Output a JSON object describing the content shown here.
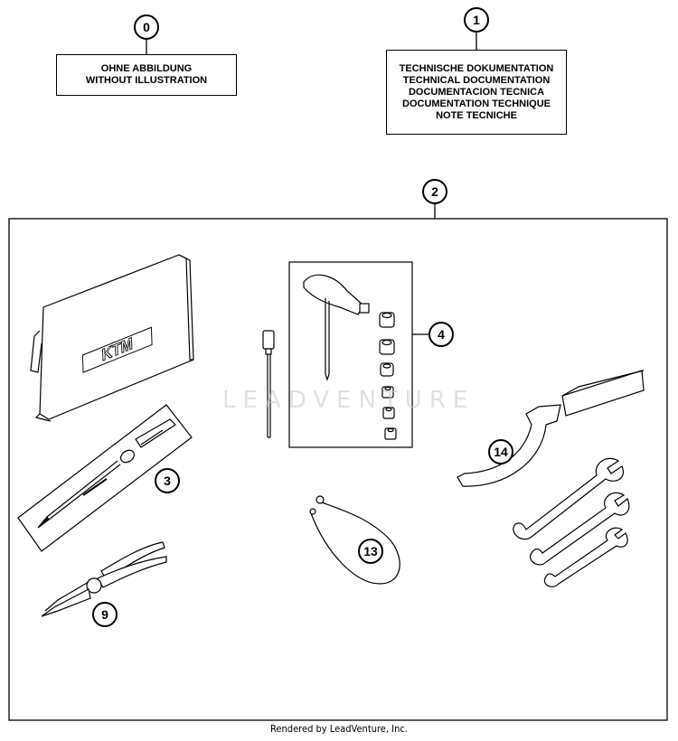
{
  "callouts": {
    "c0": "0",
    "c1": "1",
    "c2": "2",
    "c3": "3",
    "c4": "4",
    "c9": "9",
    "c13": "13",
    "c14": "14"
  },
  "box0": {
    "line1": "OHNE ABBILDUNG",
    "line2": "WITHOUT ILLUSTRATION"
  },
  "box1": {
    "line1": "TECHNISCHE DOKUMENTATION",
    "line2": "TECHNICAL DOCUMENTATION",
    "line3": "DOCUMENTACION TECNICA",
    "line4": "DOCUMENTATION TECHNIQUE",
    "line5": "NOTE TECNICHE"
  },
  "bag_logo": "KTM",
  "watermark": "LEADVENTURE",
  "footer": "Rendered by LeadVenture, Inc."
}
